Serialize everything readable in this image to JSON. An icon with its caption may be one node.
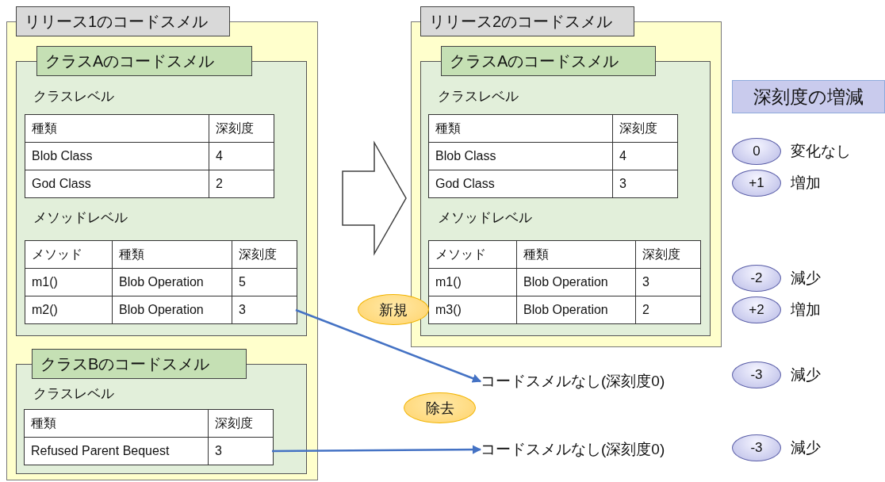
{
  "diagram": {
    "nodes": [
      {
        "text": [
          "リリース1のコードスメル"
        ]
      },
      {
        "text": [
          "クラスAのコードスメル",
          "クラスレベル",
          "メソッドレベル"
        ],
        "in": 0
      },
      {
        "text": [
          "種類",
          "深刻度"
        ],
        "in": 1
      },
      {
        "text": [
          "Blob Class",
          "4"
        ],
        "in": 1
      },
      {
        "text": [
          "God Class",
          "2"
        ],
        "in": 1
      },
      {
        "text": [
          "メソッド",
          "種類",
          "深刻度"
        ],
        "in": 1
      },
      {
        "text": [
          "m1()",
          "Blob Operation",
          "5"
        ],
        "in": 1
      },
      {
        "text": [
          "m2()",
          "Blob Operation",
          "3"
        ],
        "in": 1
      },
      {
        "text": [
          "クラスBのコードスメル",
          "クラスレベル"
        ],
        "in": 0
      },
      {
        "text": [
          "種類",
          "深刻度"
        ],
        "in": 8
      },
      {
        "text": [
          "Refused Parent Bequest",
          "3"
        ],
        "in": 8
      },
      {
        "text": [
          "リリース2のコードスメル"
        ]
      },
      {
        "text": [
          "クラスAのコードスメル",
          "クラスレベル",
          "メソッドレベル"
        ],
        "in": 11
      },
      {
        "text": [
          "種類",
          "深刻度"
        ],
        "in": 12
      },
      {
        "text": [
          "Blob Class",
          "4"
        ],
        "in": 12
      },
      {
        "text": [
          "God Class",
          "3"
        ],
        "in": 12
      },
      {
        "text": [
          "メソッド",
          "種類",
          "深刻度"
        ],
        "in": 12
      },
      {
        "text": [
          "m1()",
          "Blob Operation",
          "3"
        ],
        "in": 12
      },
      {
        "text": [
          "m3()",
          "Blob Operation",
          "2"
        ],
        "in": 12
      },
      {
        "text": [
          "新規"
        ]
      },
      {
        "text": [
          "除去"
        ]
      },
      {
        "text": [
          "コードスメルなし(深刻度0)"
        ]
      },
      {
        "text": [
          "コードスメルなし(深刻度0)"
        ]
      },
      {
        "text": [
          "深刻度の増減"
        ]
      },
      {
        "text": [
          "0"
        ],
        "beside": [
          "変化なし"
        ]
      },
      {
        "text": [
          "+1"
        ],
        "beside": [
          "増加"
        ]
      },
      {
        "text": [
          "-2"
        ],
        "beside": [
          "減少"
        ]
      },
      {
        "text": [
          "+2"
        ],
        "beside": [
          "増加"
        ]
      },
      {
        "text": [
          "-3"
        ],
        "beside": [
          "減少"
        ]
      },
      {
        "text": [
          "-3"
        ],
        "beside": [
          "減少"
        ]
      }
    ],
    "edges": [
      {
        "from": 0,
        "to": 11,
        "arrow": "to",
        "style": "thick",
        "color": "#404040"
      },
      {
        "from": 7,
        "to": 21,
        "arrow": "to"
      },
      {
        "from": 10,
        "to": 22,
        "arrow": "to"
      }
    ]
  }
}
